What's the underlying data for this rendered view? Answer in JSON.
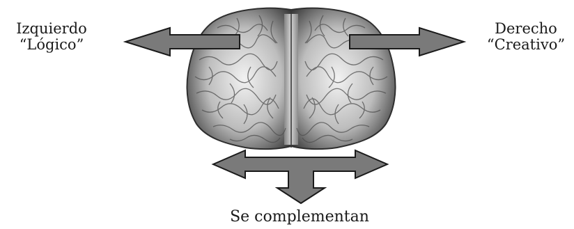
{
  "labels": {
    "left_title": "Izquierdo",
    "left_subtitle": "“Lógico”",
    "right_title": "Derecho",
    "right_subtitle": "“Creativo”",
    "bottom": "Se complementan"
  },
  "colors": {
    "arrow_fill": "#7a7a7a",
    "arrow_stroke": "#1a1a1a",
    "brain_dark": "#4a4a4a",
    "brain_light": "#d6d6d6"
  },
  "icons": {
    "brain": "brain-icon",
    "left_arrow": "arrow-left-icon",
    "right_arrow": "arrow-right-icon",
    "bottom_arrow": "three-way-arrow-icon"
  }
}
